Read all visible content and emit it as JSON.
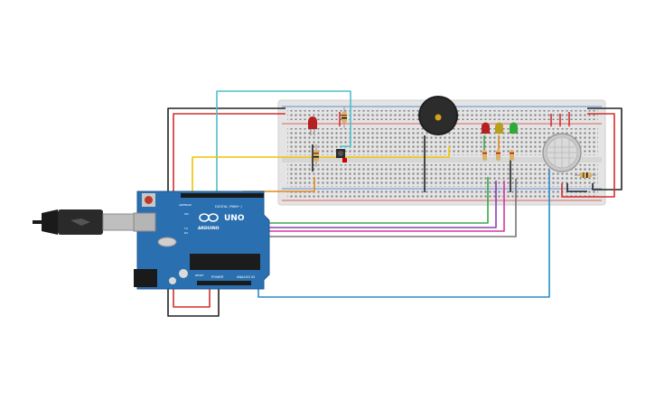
{
  "arduino": {
    "logo_text": "UNO",
    "brand_text": "ARDUINO",
    "digital_label": "DIGITAL (PWM~)",
    "power_label": "POWER",
    "analog_label": "ANALOG IN",
    "reset_label": "RESET",
    "aref_label": "AREF",
    "gnd_label": "GND",
    "tx_label": "TX",
    "rx_label": "RX",
    "on_label": "ON"
  },
  "colors": {
    "board": "#2a6fb0",
    "breadboard": "#e4e4e4",
    "wire_red": "#d32f2f",
    "wire_black": "#222222",
    "wire_cyan": "#4ec0cc",
    "wire_yellow": "#f2c300",
    "wire_orange": "#e08a1e",
    "wire_green": "#3aa84a",
    "wire_purple": "#8e3fb0",
    "wire_magenta": "#d23aa0",
    "wire_gray": "#777777",
    "wire_blue": "#2a8cc8",
    "led_red": "#b52020",
    "led_yellow": "#b8a01e",
    "led_green": "#2faa3a"
  },
  "components": [
    {
      "name": "led-red-left",
      "icon": "led-icon",
      "color": "red"
    },
    {
      "name": "led-red",
      "icon": "led-icon",
      "color": "red"
    },
    {
      "name": "led-yellow",
      "icon": "led-icon",
      "color": "yellow"
    },
    {
      "name": "led-green",
      "icon": "led-icon",
      "color": "green"
    },
    {
      "name": "piezo-buzzer",
      "icon": "buzzer-icon"
    },
    {
      "name": "push-button",
      "icon": "button-icon"
    },
    {
      "name": "gas-sensor",
      "icon": "sensor-icon"
    },
    {
      "name": "usb-cable",
      "icon": "usb-plug-icon"
    }
  ]
}
